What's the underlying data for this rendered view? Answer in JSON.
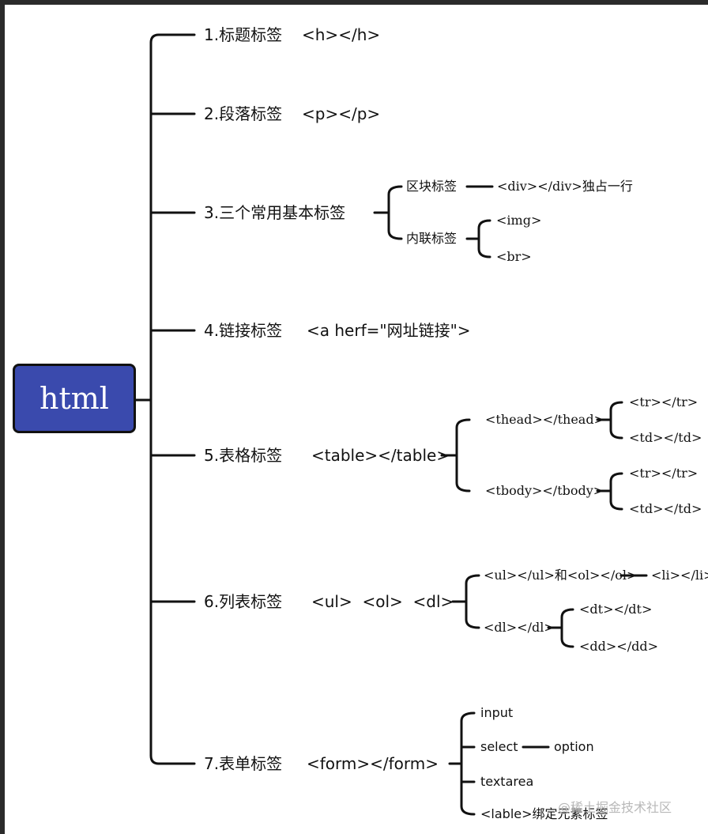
{
  "root": "html",
  "branches": [
    {
      "label": "1.标题标签",
      "tag": "<h></h>"
    },
    {
      "label": "2.段落标签",
      "tag": "<p></p>"
    },
    {
      "label": "3.三个常用基本标签",
      "tag": ""
    },
    {
      "label": "4.链接标签",
      "tag": "<a herf=\"网址链接\">"
    },
    {
      "label": "5.表格标签",
      "tag": "<table></table>"
    },
    {
      "label": "6.列表标签",
      "tag": "<ul>  <ol>  <dl>"
    },
    {
      "label": "7.表单标签",
      "tag": "<form></form>"
    }
  ],
  "basic": {
    "block": "区块标签",
    "block_desc": "<div></div>独占一行",
    "inline": "内联标签",
    "img": "<img>",
    "br": "<br>"
  },
  "table": {
    "thead": "<thead></thead>",
    "tbody": "<tbody></tbody>",
    "thead_tr": "<tr></tr>",
    "thead_td": "<td></td>",
    "tbody_tr": "<tr></tr>",
    "tbody_td": "<td></td>"
  },
  "list": {
    "ulol": "<ul></ul>和<ol></ol>",
    "li": "<li></li>",
    "dl": "<dl></dl>",
    "dt": "<dt></dt>",
    "dd": "<dd></dd>"
  },
  "form": {
    "input": "input",
    "select": "select",
    "option": "option",
    "textarea": "textarea",
    "label": "<lable>绑定元素标签"
  },
  "watermark": "@稀土掘金技术社区"
}
